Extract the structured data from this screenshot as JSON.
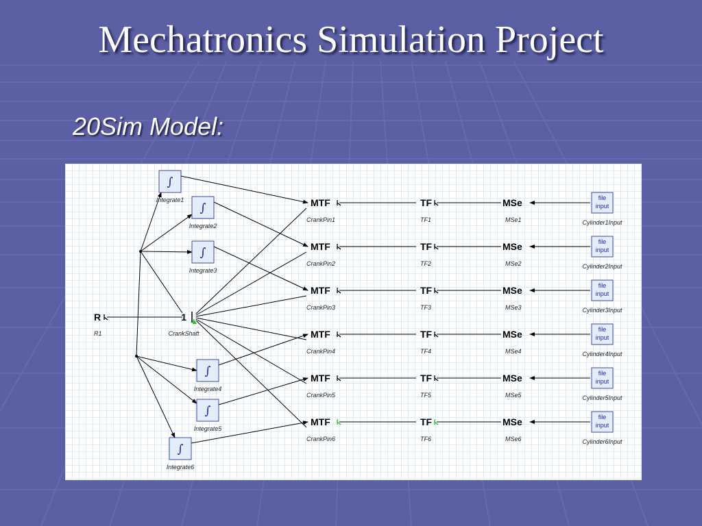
{
  "slide": {
    "title": "Mechatronics Simulation Project",
    "subtitle": "20Sim Model:"
  },
  "colors": {
    "background": "#5b5fa3",
    "panel": "#ffffff",
    "grid": "#dcebf5",
    "block_fill": "#e3ecf8",
    "block_border": "#3a4aa0",
    "highlight_port": "#21c021"
  },
  "diagram": {
    "resistor": {
      "symbol": "R",
      "name": "R1"
    },
    "junction": {
      "symbol": "1",
      "name": "CrankShaft"
    },
    "integrator_symbol": "∫",
    "integrators": [
      "Integrate1",
      "Integrate2",
      "Integrate3",
      "Integrate4",
      "Integrate5",
      "Integrate6"
    ],
    "rows": [
      {
        "mtf": "MTF",
        "mtf_name": "CrankPin1",
        "tf": "TF",
        "tf_name": "TF1",
        "mse": "MSe",
        "mse_name": "MSe1",
        "file_line1": "file",
        "file_line2": "input",
        "file_name": "Cylinder1Input"
      },
      {
        "mtf": "MTF",
        "mtf_name": "CrankPin2",
        "tf": "TF",
        "tf_name": "TF2",
        "mse": "MSe",
        "mse_name": "MSe2",
        "file_line1": "file",
        "file_line2": "input",
        "file_name": "Cylinder2Input"
      },
      {
        "mtf": "MTF",
        "mtf_name": "CrankPin3",
        "tf": "TF",
        "tf_name": "TF3",
        "mse": "MSe",
        "mse_name": "MSe3",
        "file_line1": "file",
        "file_line2": "input",
        "file_name": "Cylinder3Input"
      },
      {
        "mtf": "MTF",
        "mtf_name": "CrankPin4",
        "tf": "TF",
        "tf_name": "TF4",
        "mse": "MSe",
        "mse_name": "MSe4",
        "file_line1": "file",
        "file_line2": "input",
        "file_name": "Cylinder4Input"
      },
      {
        "mtf": "MTF",
        "mtf_name": "CrankPin5",
        "tf": "TF",
        "tf_name": "TF5",
        "mse": "MSe",
        "mse_name": "MSe5",
        "file_line1": "file",
        "file_line2": "input",
        "file_name": "Cylinder5Input"
      },
      {
        "mtf": "MTF",
        "mtf_name": "CrankPin6",
        "tf": "TF",
        "tf_name": "TF6",
        "mse": "MSe",
        "mse_name": "MSe6",
        "file_line1": "file",
        "file_line2": "input",
        "file_name": "Cylinder6Input"
      }
    ]
  }
}
